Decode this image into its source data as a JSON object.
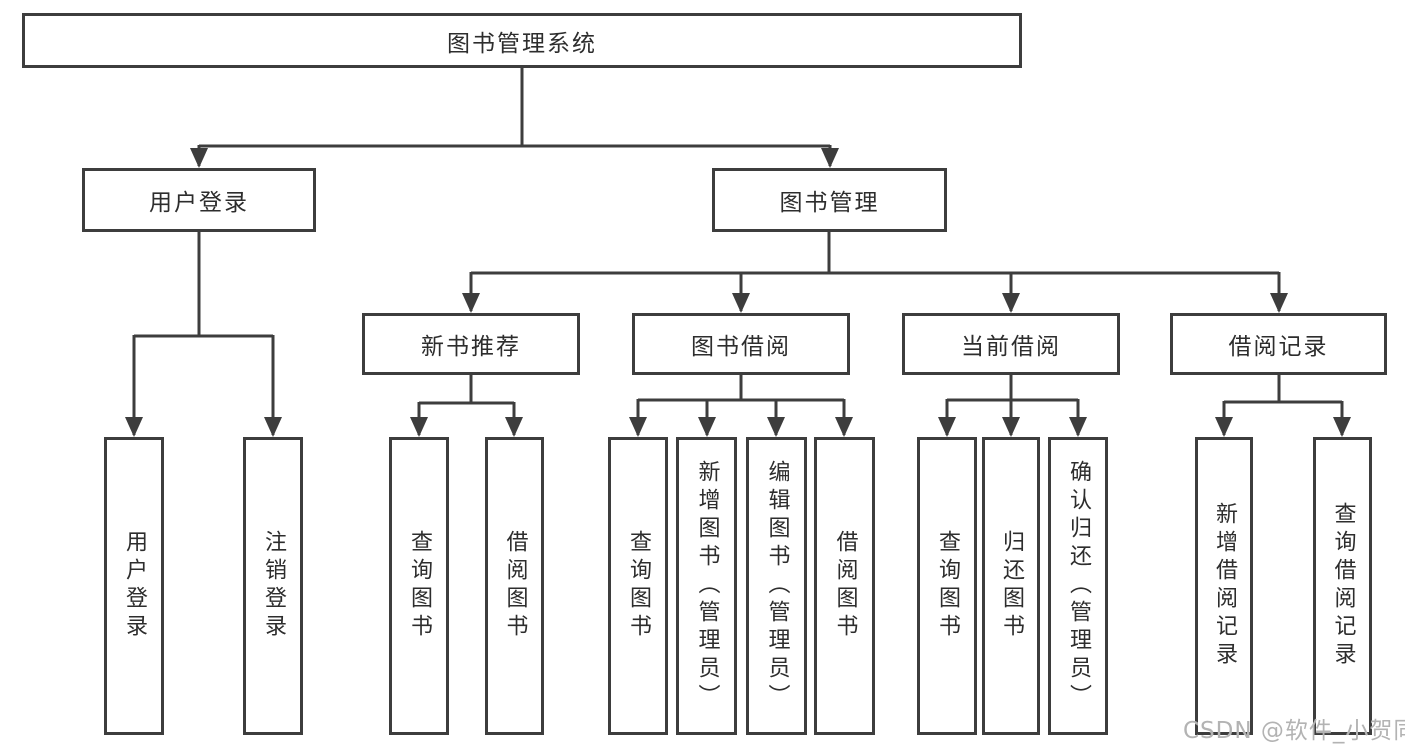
{
  "tree": {
    "root_label": "图书管理系统",
    "branches": [
      {
        "label": "用户登录",
        "children": [
          "用户登录",
          "注销登录"
        ]
      },
      {
        "label": "图书管理",
        "groups": [
          {
            "label": "新书推荐",
            "children": [
              "查询图书",
              "借阅图书"
            ]
          },
          {
            "label": "图书借阅",
            "children": [
              "查询图书",
              "新增图书（管理员）",
              "编辑图书（管理员）",
              "借阅图书"
            ]
          },
          {
            "label": "当前借阅",
            "children": [
              "查询图书",
              "归还图书",
              "确认归还（管理员）"
            ]
          },
          {
            "label": "借阅记录",
            "children": [
              "新增借阅记录",
              "查询借阅记录"
            ]
          }
        ]
      }
    ]
  },
  "watermark": "CSDN @软件_小贺同学",
  "colors": {
    "line": "#3d3d3d",
    "text": "#2d2d2d",
    "watermark": "#b3b3b3",
    "bg": "#ffffff"
  }
}
